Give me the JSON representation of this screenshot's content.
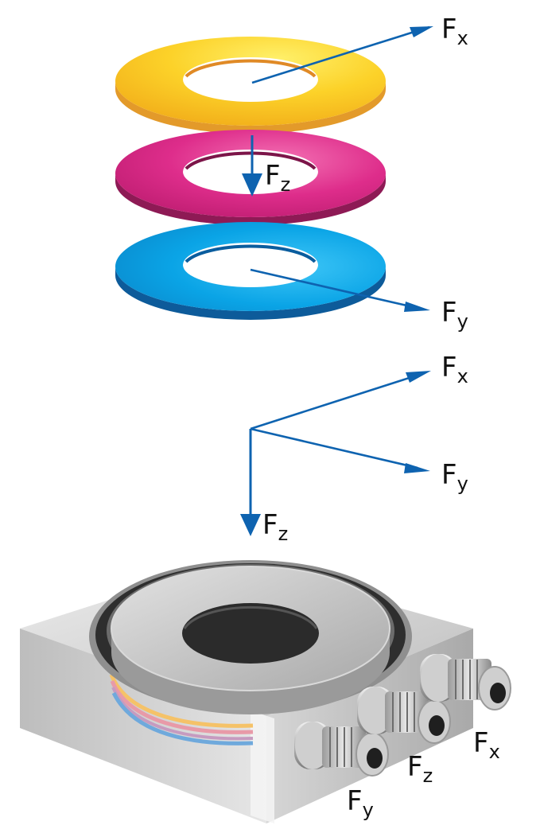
{
  "labels": {
    "force_main": "F",
    "sub_x": "x",
    "sub_y": "y",
    "sub_z": "z"
  },
  "colors": {
    "arrow": "#0e63b0",
    "ring_yellow": "#f9c51c",
    "ring_yellow_edge": "#e8a72a",
    "ring_magenta": "#d8207f",
    "ring_magenta_edge": "#8e1a55",
    "ring_cyan": "#0a9ee3",
    "ring_cyan_edge": "#0d5b9a",
    "sensor_body": "#c9c9c9",
    "sensor_dark": "#3a3a3a"
  }
}
